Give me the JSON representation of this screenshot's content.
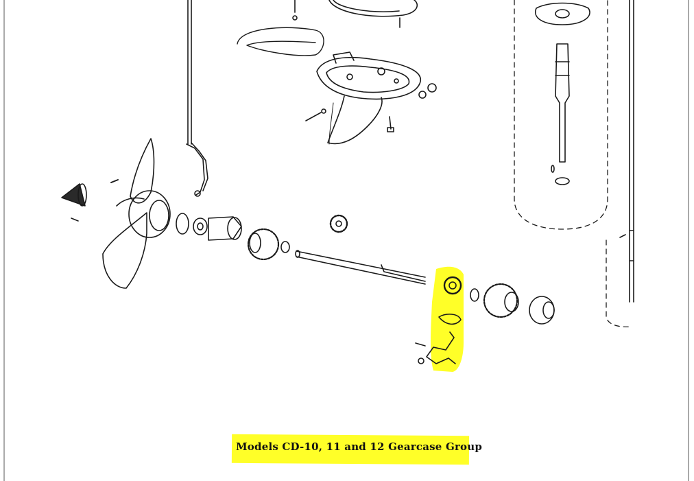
{
  "figure": {
    "caption": "Models CD-10, 11 and 12 Gearcase Group",
    "highlight_color": "#ffff28",
    "ink_color": "#1a1a1a",
    "paper_color": "#ffffff"
  },
  "parts": [
    {
      "name": "propeller-nut-cone"
    },
    {
      "name": "propeller"
    },
    {
      "name": "drive-pin"
    },
    {
      "name": "thrust-washer"
    },
    {
      "name": "propeller-shaft-bearing"
    },
    {
      "name": "reverse-gear"
    },
    {
      "name": "propeller-shaft"
    },
    {
      "name": "pinion-gear"
    },
    {
      "name": "clutch-dog"
    },
    {
      "name": "clutch-shift-lever"
    },
    {
      "name": "forward-gear"
    },
    {
      "name": "front-bearing"
    },
    {
      "name": "gearcase-housing"
    },
    {
      "name": "skeg-fin"
    },
    {
      "name": "shift-rod"
    },
    {
      "name": "drive-shaft"
    },
    {
      "name": "water-pump-plate"
    },
    {
      "name": "lower-gearcase-cover"
    },
    {
      "name": "exhaust-tube-outline"
    }
  ]
}
